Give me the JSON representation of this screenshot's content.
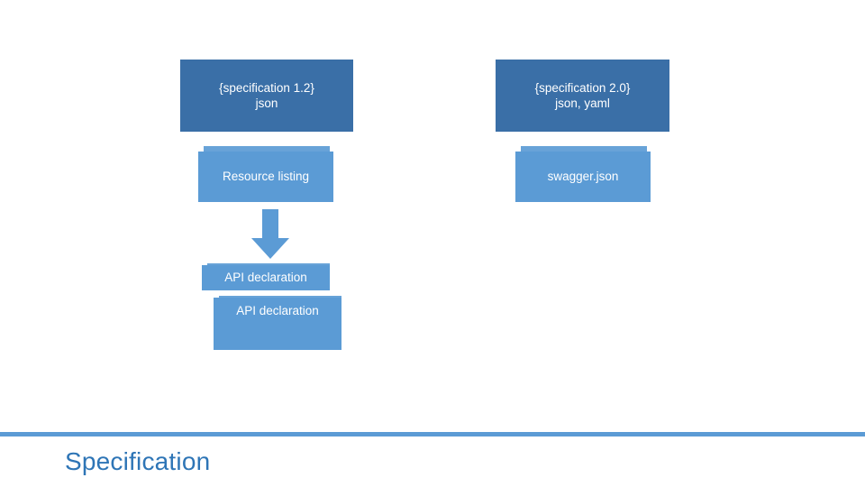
{
  "slide": {
    "title": "Specification",
    "accent_color": "#5B9BD5",
    "header_box_color": "#3A6FA7",
    "title_color": "#2E75B6"
  },
  "diagram": {
    "columns": [
      {
        "header": {
          "line1": "{specification 1.2}",
          "line2": "json"
        },
        "items": [
          {
            "label": "Resource listing"
          },
          {
            "label": "API declaration"
          },
          {
            "label": "API declaration"
          }
        ]
      },
      {
        "header": {
          "line1": "{specification 2.0}",
          "line2": "json, yaml"
        },
        "items": [
          {
            "label": "swagger.json"
          }
        ]
      }
    ],
    "arrow": {
      "name": "down-arrow",
      "direction": "down"
    }
  }
}
